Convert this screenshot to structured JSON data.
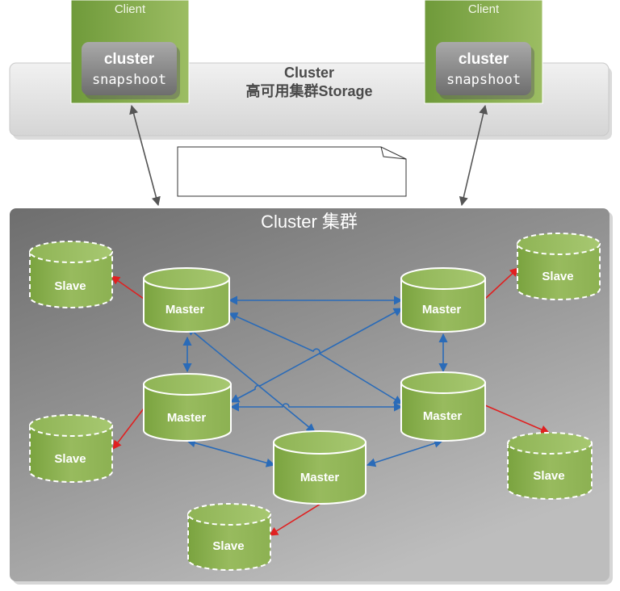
{
  "clients": [
    {
      "label": "Client",
      "badge": {
        "line1": "cluster",
        "line2": "snapshoot"
      }
    },
    {
      "label": "Client",
      "badge": {
        "line1": "cluster",
        "line2": "snapshoot"
      }
    }
  ],
  "storage": {
    "line1": "Cluster",
    "line2": "高可用集群Storage"
  },
  "note": {
    "text": ""
  },
  "panel": {
    "title": "Cluster 集群"
  },
  "masters": [
    {
      "label": "Master"
    },
    {
      "label": "Master"
    },
    {
      "label": "Master"
    },
    {
      "label": "Master"
    },
    {
      "label": "Master"
    }
  ],
  "slaves": [
    {
      "label": "Slave"
    },
    {
      "label": "Slave"
    },
    {
      "label": "Slave"
    },
    {
      "label": "Slave"
    },
    {
      "label": "Slave"
    }
  ],
  "colors": {
    "node_green": "#8db150",
    "master_blue_arrows": "#2a6bb8",
    "slave_red_arrows": "#e02020",
    "client_arrows": "#555555",
    "panel_gray": "#8a8a8a"
  }
}
